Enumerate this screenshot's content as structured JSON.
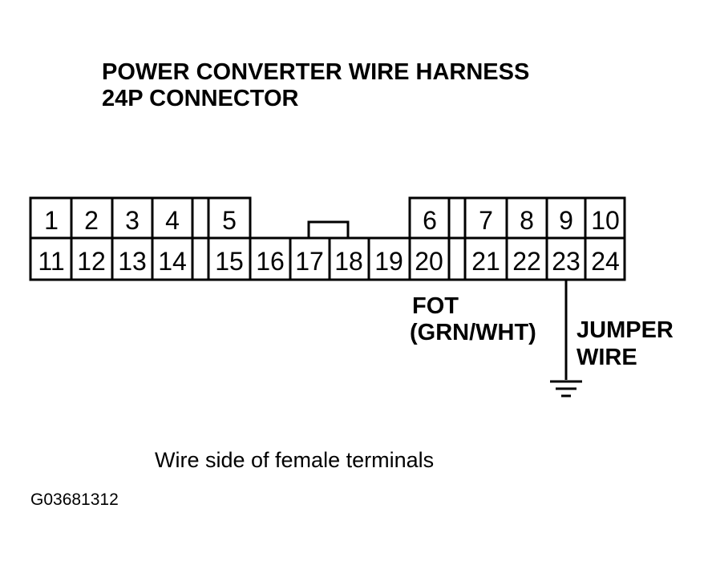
{
  "title": {
    "line1": "POWER CONVERTER WIRE HARNESS",
    "line2": "24P CONNECTOR"
  },
  "connector": {
    "top_row": [
      "1",
      "2",
      "3",
      "4",
      "5",
      "6",
      "7",
      "8",
      "9",
      "10"
    ],
    "bottom_row": [
      "11",
      "12",
      "13",
      "14",
      "15",
      "16",
      "17",
      "18",
      "19",
      "20",
      "21",
      "22",
      "23",
      "24"
    ]
  },
  "labels": {
    "fot_line1": "FOT",
    "fot_line2": "(GRN/WHT)",
    "jumper_line1": "JUMPER",
    "jumper_line2": "WIRE"
  },
  "caption": "Wire side of female terminals",
  "figure_code": "G03681312"
}
